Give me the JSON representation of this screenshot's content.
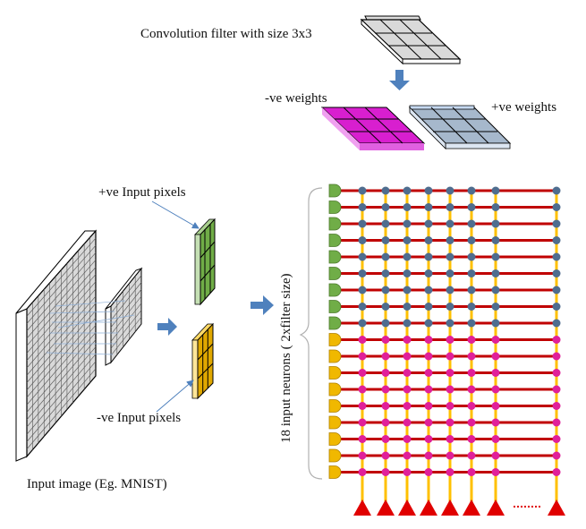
{
  "labels": {
    "filter_title": "Convolution filter with size 3x3",
    "neg_weights": "-ve weights",
    "pos_weights": "+ve weights",
    "pos_input_pixels": "+ve Input pixels",
    "neg_input_pixels": "-ve Input pixels",
    "input_image": "Input image (Eg. MNIST)",
    "input_neurons": "18 input neurons ( 2xfilter size)"
  },
  "crossbar": {
    "rows": 18,
    "positive_rows": 9,
    "negative_rows": 9,
    "columns_shown": 8
  },
  "colors": {
    "neg_weight_filter": "#e020d0",
    "pos_weight_filter": "#b8cce4",
    "pos_input": "#70ad47",
    "neg_input": "#e0a800",
    "neuron_pos": "#70ad47",
    "neuron_neg": "#f0b800",
    "row_line": "#c00000",
    "col_line": "#ffc000",
    "synapse_pos": "#4f6d8f",
    "synapse_neg": "#e0209a",
    "output_neuron": "#e00000",
    "arrow": "#4f81bd"
  }
}
